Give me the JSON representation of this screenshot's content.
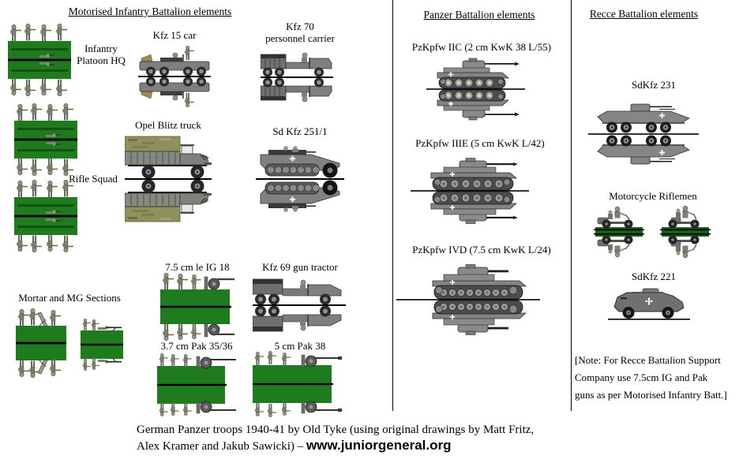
{
  "sheet": {
    "motorised": {
      "heading": "Motorised Infantry Battalion elements",
      "labels": {
        "hq_line1": "Infantry",
        "hq_line2": "Platoon HQ",
        "kfz15": "Kfz 15 car",
        "kfz70_line1": "Kfz 70",
        "kfz70_line2": "personnel carrier",
        "opel": "Opel Blitz truck",
        "sdkfz251": "Sd Kfz 251/1",
        "rifle_squad": "Rifle Squad",
        "mortar_mg": "Mortar and MG Sections",
        "ig18": "7.5 cm le IG 18",
        "kfz69": "Kfz 69 gun tractor",
        "pak35": "3.7 cm Pak 35/36",
        "pak38": "5 cm Pak 38"
      }
    },
    "panzer": {
      "heading": "Panzer Battalion elements",
      "labels": {
        "pz2": "PzKpfw IIC (2 cm KwK 38 L/55)",
        "pz3": "PzKpfw IIIE (5 cm KwK L/42)",
        "pz4": "PzKpfw IVD (7.5 cm KwK L/24)"
      }
    },
    "recce": {
      "heading": "Recce Battalion elements",
      "labels": {
        "sdkfz231": "SdKfz 231",
        "moto": "Motorcycle Riflemen",
        "sdkfz221": "SdKfz 221"
      },
      "note": {
        "line1": "[Note: For Recce Battalion Support",
        "line2": "Company use 7.5cm IG and Pak",
        "line3": "guns as per Motorised Infantry Batt.]"
      }
    },
    "caption": {
      "line1": "German Panzer troops 1940-41 by Old Tyke (using original drawings by Matt Fritz,",
      "line2_prefix": "Alex Kramer and Jakub Sawicki) – ",
      "url": "www.juniorgeneral.org"
    },
    "colors": {
      "counter_green": "#1e7c1e",
      "base_strip_green": "#1d5e1d",
      "vehicle_gray": "#828282",
      "canvas_khaki": "#90905c",
      "background": "#ffffff",
      "text": "#000000"
    }
  }
}
